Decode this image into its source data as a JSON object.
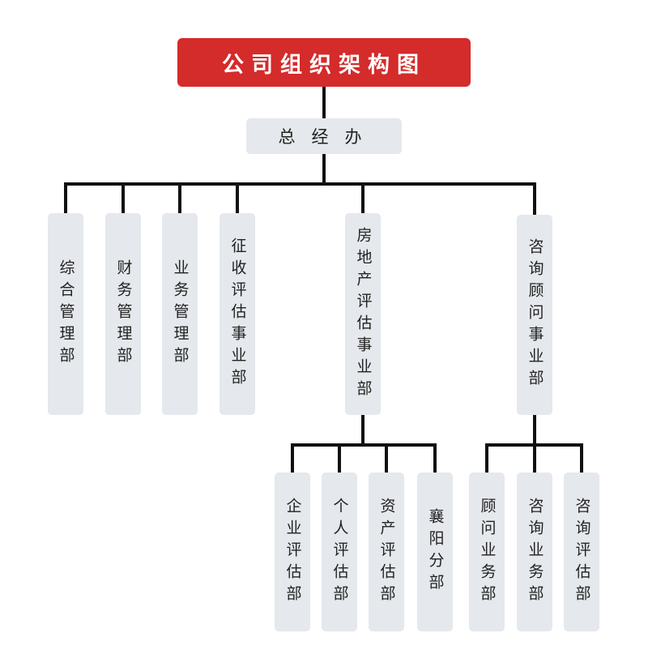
{
  "title": "公司组织架构图",
  "general_office": "总经办",
  "departments": [
    "综合管理部",
    "财务管理部",
    "业务管理部",
    "征收评估事业部",
    "房地产评估事业部",
    "咨询顾问事业部"
  ],
  "real_estate_units": [
    "企业评估部",
    "个人评估部",
    "资产评估部",
    "襄阳分部"
  ],
  "consulting_units": [
    "顾问业务部",
    "咨询业务部",
    "咨询评估部"
  ],
  "colors": {
    "title_bg": "#d42b2b",
    "box_bg": "#e5e8ec",
    "line": "#111111"
  }
}
